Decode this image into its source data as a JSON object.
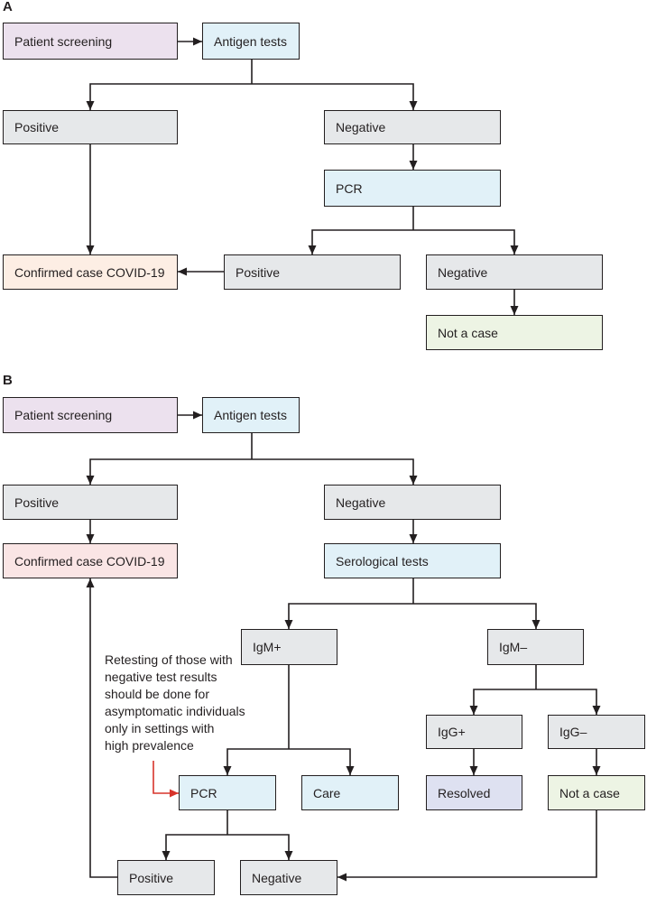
{
  "colors": {
    "text": "#231f20",
    "line": "#231f20",
    "note_arrow": "#d7342b",
    "screening": "#ece1ee",
    "test": "#e1f1f8",
    "result": "#e6e8ea",
    "confirmed_a": "#fdeee4",
    "confirmed_b": "#fae5e5",
    "not_a_case": "#edf4e4",
    "resolved": "#dee1f1"
  },
  "panel_a": {
    "label": "A",
    "patient_screening": "Patient screening",
    "antigen_tests": "Antigen tests",
    "antigen_positive": "Positive",
    "antigen_negative": "Negative",
    "pcr": "PCR",
    "confirmed_case": "Confirmed case COVID-19",
    "pcr_positive": "Positive",
    "pcr_negative": "Negative",
    "not_a_case": "Not a case"
  },
  "panel_b": {
    "label": "B",
    "patient_screening": "Patient screening",
    "antigen_tests": "Antigen tests",
    "antigen_positive": "Positive",
    "antigen_negative": "Negative",
    "confirmed_case": "Confirmed case COVID-19",
    "serological_tests": "Serological tests",
    "igm_positive": "IgM+",
    "igm_negative": "IgM–",
    "igg_positive": "IgG+",
    "igg_negative": "IgG–",
    "pcr": "PCR",
    "care": "Care",
    "resolved": "Resolved",
    "not_a_case": "Not a case",
    "pcr_positive": "Positive",
    "pcr_negative": "Negative",
    "note_lines": [
      "Retesting of those with",
      "negative test results",
      "should be done for",
      "asymptomatic individuals",
      "only in settings with",
      "high prevalence"
    ]
  }
}
